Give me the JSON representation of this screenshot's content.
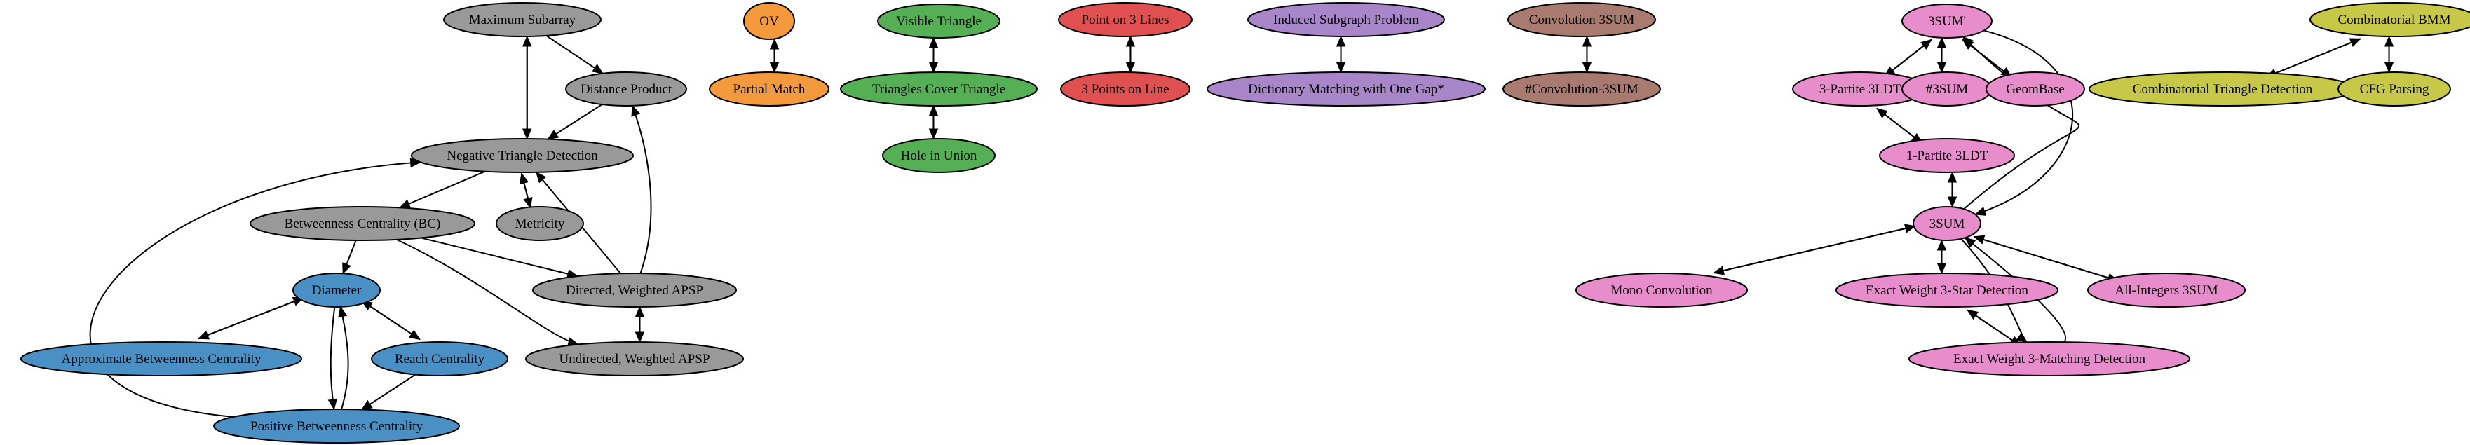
{
  "colors": {
    "grey": "#999999",
    "blue": "#4a90c4",
    "orange": "#f59a3c",
    "green": "#55b055",
    "red": "#e05050",
    "purple": "#a985c9",
    "brown": "#a87a70",
    "pink": "#e88dcc",
    "olive": "#c8c848"
  },
  "nodes": [
    {
      "id": "max_subarray",
      "label": "Maximum Subarray",
      "color": "grey"
    },
    {
      "id": "distance_product",
      "label": "Distance Product",
      "color": "grey"
    },
    {
      "id": "neg_triangle",
      "label": "Negative Triangle Detection",
      "color": "grey"
    },
    {
      "id": "betweenness",
      "label": "Betweenness Centrality (BC)",
      "color": "grey"
    },
    {
      "id": "metricity",
      "label": "Metricity",
      "color": "grey"
    },
    {
      "id": "dir_apsp",
      "label": "Directed, Weighted APSP",
      "color": "grey"
    },
    {
      "id": "undir_apsp",
      "label": "Undirected, Weighted APSP",
      "color": "grey"
    },
    {
      "id": "diameter",
      "label": "Diameter",
      "color": "blue"
    },
    {
      "id": "approx_bc",
      "label": "Approximate Betweenness Centrality",
      "color": "blue"
    },
    {
      "id": "reach",
      "label": "Reach Centrality",
      "color": "blue"
    },
    {
      "id": "positive_bc",
      "label": "Positive Betweenness Centrality",
      "color": "blue"
    },
    {
      "id": "ov",
      "label": "OV",
      "color": "orange"
    },
    {
      "id": "partial_match",
      "label": "Partial Match",
      "color": "orange"
    },
    {
      "id": "visible_triangle",
      "label": "Visible Triangle",
      "color": "green"
    },
    {
      "id": "triangles_cover",
      "label": "Triangles Cover Triangle",
      "color": "green"
    },
    {
      "id": "hole_union",
      "label": "Hole in Union",
      "color": "green"
    },
    {
      "id": "point_3lines",
      "label": "Point on 3 Lines",
      "color": "red"
    },
    {
      "id": "points_line",
      "label": "3 Points on Line",
      "color": "red"
    },
    {
      "id": "induced_subgraph",
      "label": "Induced Subgraph Problem",
      "color": "purple"
    },
    {
      "id": "dict_matching",
      "label": "Dictionary Matching with One Gap*",
      "color": "purple"
    },
    {
      "id": "conv3sum",
      "label": "Convolution 3SUM",
      "color": "brown"
    },
    {
      "id": "sharp_conv3sum",
      "label": "#Convolution-3SUM",
      "color": "brown"
    },
    {
      "id": "threesum_prime",
      "label": "3SUM'",
      "color": "pink"
    },
    {
      "id": "tripartite",
      "label": "3-Partite 3LDT",
      "color": "pink"
    },
    {
      "id": "sharp3sum",
      "label": "#3SUM",
      "color": "pink"
    },
    {
      "id": "geombase",
      "label": "GeomBase",
      "color": "pink"
    },
    {
      "id": "onepartite",
      "label": "1-Partite 3LDT",
      "color": "pink"
    },
    {
      "id": "threesum",
      "label": "3SUM",
      "color": "pink"
    },
    {
      "id": "mono_conv",
      "label": "Mono Convolution",
      "color": "pink"
    },
    {
      "id": "star_det",
      "label": "Exact Weight 3-Star Detection",
      "color": "pink"
    },
    {
      "id": "all_int",
      "label": "All-Integers 3SUM",
      "color": "pink"
    },
    {
      "id": "matching_det",
      "label": "Exact Weight 3-Matching Detection",
      "color": "pink"
    },
    {
      "id": "comb_bmm",
      "label": "Combinatorial BMM",
      "color": "olive"
    },
    {
      "id": "comb_triangle",
      "label": "Combinatorial Triangle Detection",
      "color": "olive"
    },
    {
      "id": "cfg",
      "label": "CFG Parsing",
      "color": "olive"
    }
  ],
  "edges": [
    {
      "from": "max_subarray",
      "to": "neg_triangle"
    },
    {
      "from": "neg_triangle",
      "to": "max_subarray"
    },
    {
      "from": "max_subarray",
      "to": "distance_product"
    },
    {
      "from": "distance_product",
      "to": "neg_triangle"
    },
    {
      "from": "neg_triangle",
      "to": "betweenness"
    },
    {
      "from": "neg_triangle",
      "to": "metricity"
    },
    {
      "from": "metricity",
      "to": "neg_triangle"
    },
    {
      "from": "dir_apsp",
      "to": "neg_triangle"
    },
    {
      "from": "dir_apsp",
      "to": "distance_product"
    },
    {
      "from": "betweenness",
      "to": "dir_apsp"
    },
    {
      "from": "betweenness",
      "to": "undir_apsp"
    },
    {
      "from": "betweenness",
      "to": "diameter"
    },
    {
      "from": "dir_apsp",
      "to": "undir_apsp"
    },
    {
      "from": "undir_apsp",
      "to": "dir_apsp"
    },
    {
      "from": "diameter",
      "to": "approx_bc"
    },
    {
      "from": "approx_bc",
      "to": "diameter"
    },
    {
      "from": "diameter",
      "to": "reach"
    },
    {
      "from": "reach",
      "to": "diameter"
    },
    {
      "from": "diameter",
      "to": "positive_bc"
    },
    {
      "from": "positive_bc",
      "to": "diameter"
    },
    {
      "from": "reach",
      "to": "positive_bc"
    },
    {
      "from": "positive_bc",
      "to": "neg_triangle"
    },
    {
      "from": "ov",
      "to": "partial_match"
    },
    {
      "from": "partial_match",
      "to": "ov"
    },
    {
      "from": "visible_triangle",
      "to": "triangles_cover"
    },
    {
      "from": "triangles_cover",
      "to": "visible_triangle"
    },
    {
      "from": "triangles_cover",
      "to": "hole_union"
    },
    {
      "from": "hole_union",
      "to": "triangles_cover"
    },
    {
      "from": "point_3lines",
      "to": "points_line"
    },
    {
      "from": "points_line",
      "to": "point_3lines"
    },
    {
      "from": "induced_subgraph",
      "to": "dict_matching"
    },
    {
      "from": "dict_matching",
      "to": "induced_subgraph"
    },
    {
      "from": "conv3sum",
      "to": "sharp_conv3sum"
    },
    {
      "from": "sharp_conv3sum",
      "to": "conv3sum"
    },
    {
      "from": "threesum_prime",
      "to": "tripartite"
    },
    {
      "from": "tripartite",
      "to": "threesum_prime"
    },
    {
      "from": "threesum_prime",
      "to": "sharp3sum"
    },
    {
      "from": "sharp3sum",
      "to": "threesum_prime"
    },
    {
      "from": "threesum_prime",
      "to": "geombase"
    },
    {
      "from": "geombase",
      "to": "threesum_prime"
    },
    {
      "from": "threesum_prime",
      "to": "threesum"
    },
    {
      "from": "threesum",
      "to": "threesum_prime"
    },
    {
      "from": "tripartite",
      "to": "onepartite"
    },
    {
      "from": "onepartite",
      "to": "tripartite"
    },
    {
      "from": "onepartite",
      "to": "threesum"
    },
    {
      "from": "threesum",
      "to": "onepartite"
    },
    {
      "from": "threesum",
      "to": "mono_conv"
    },
    {
      "from": "mono_conv",
      "to": "threesum"
    },
    {
      "from": "threesum",
      "to": "star_det"
    },
    {
      "from": "star_det",
      "to": "threesum"
    },
    {
      "from": "threesum",
      "to": "all_int"
    },
    {
      "from": "all_int",
      "to": "threesum"
    },
    {
      "from": "threesum",
      "to": "matching_det"
    },
    {
      "from": "matching_det",
      "to": "threesum"
    },
    {
      "from": "star_det",
      "to": "matching_det"
    },
    {
      "from": "matching_det",
      "to": "star_det"
    },
    {
      "from": "comb_bmm",
      "to": "comb_triangle"
    },
    {
      "from": "comb_triangle",
      "to": "comb_bmm"
    },
    {
      "from": "comb_bmm",
      "to": "cfg"
    },
    {
      "from": "cfg",
      "to": "comb_bmm"
    }
  ]
}
